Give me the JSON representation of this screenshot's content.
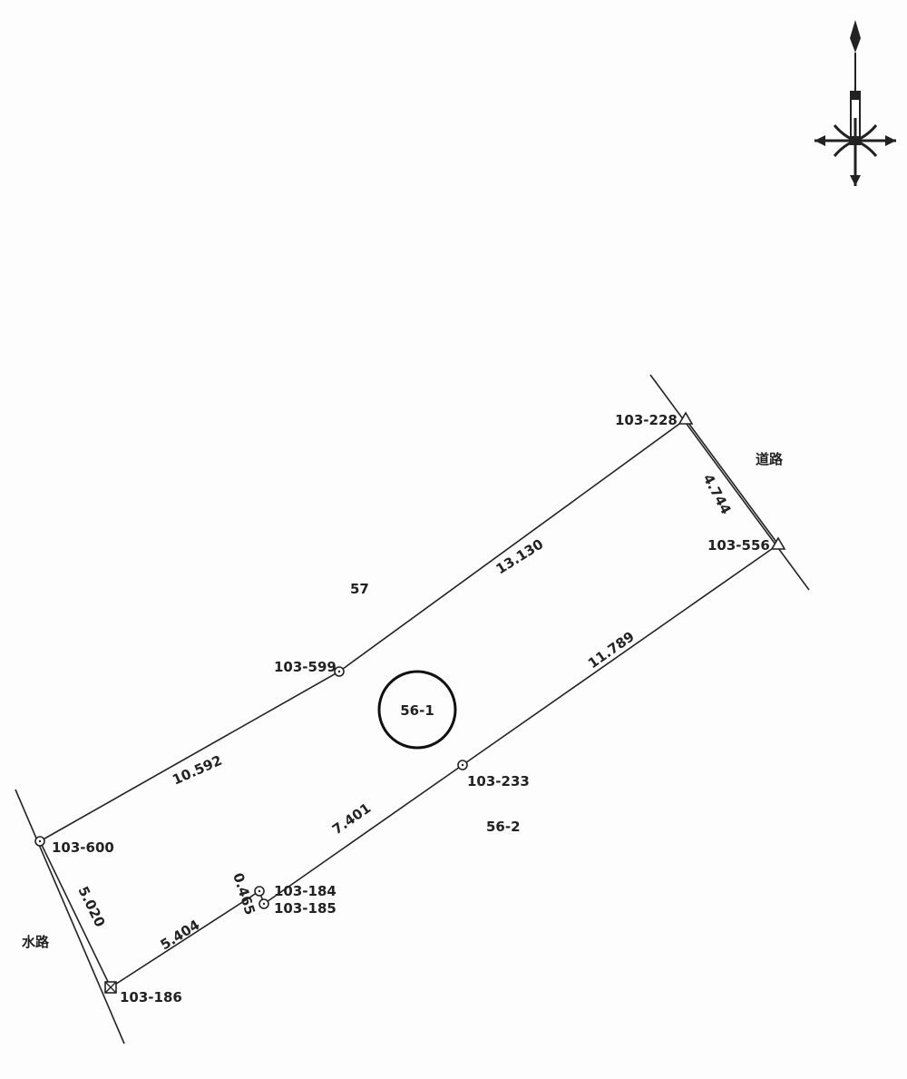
{
  "compass": {
    "icon": "north-arrow-compass-icon"
  },
  "points": {
    "p228": "103-228",
    "p556": "103-556",
    "p599": "103-599",
    "p600": "103-600",
    "p233": "103-233",
    "p184": "103-184",
    "p185": "103-185",
    "p186": "103-186"
  },
  "distances": {
    "d_228_556": "4.744",
    "d_599_228": "13.130",
    "d_600_599": "10.592",
    "d_600_186": "5.020",
    "d_186_185": "5.404",
    "d_184_185": "0.465",
    "d_184_233": "7.401",
    "d_233_556": "11.789"
  },
  "parcels": {
    "north": "57",
    "subject": "56-1",
    "south": "56-2"
  },
  "areas": {
    "road": "道路",
    "waterway": "水路"
  }
}
